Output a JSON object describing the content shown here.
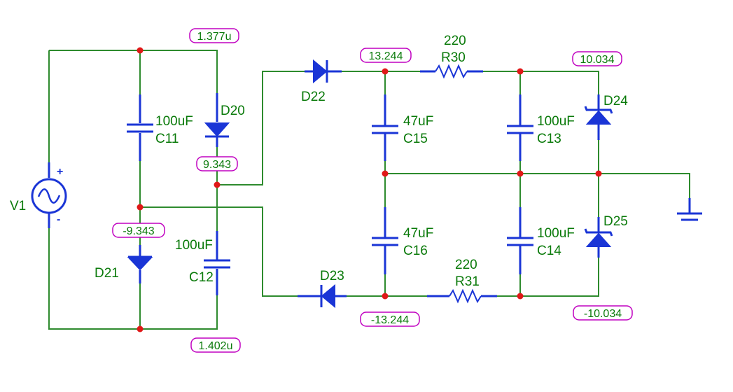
{
  "components": {
    "V1": {
      "name": "V1",
      "plus": "+",
      "minus": "-"
    },
    "C11": {
      "name": "C11",
      "value": "100uF"
    },
    "C12": {
      "name": "C12",
      "value": "100uF"
    },
    "C13": {
      "name": "C13",
      "value": "100uF"
    },
    "C14": {
      "name": "C14",
      "value": "100uF"
    },
    "C15": {
      "name": "C15",
      "value": "47uF"
    },
    "C16": {
      "name": "C16",
      "value": "47uF"
    },
    "R30": {
      "name": "R30",
      "value": "220"
    },
    "R31": {
      "name": "R31",
      "value": "220"
    },
    "D20": {
      "name": "D20"
    },
    "D21": {
      "name": "D21"
    },
    "D22": {
      "name": "D22"
    },
    "D23": {
      "name": "D23"
    },
    "D24": {
      "name": "D24"
    },
    "D25": {
      "name": "D25"
    }
  },
  "voltage_probes": {
    "top_left": "1.377u",
    "bottom_left": "1.402u",
    "mid_d20": "9.343",
    "mid_d21": "-9.343",
    "pos_rail": "13.244",
    "neg_rail": "-13.244",
    "pos_out": "10.034",
    "neg_out": "-10.034"
  },
  "colors": {
    "wire": "#2e8b2e",
    "component": "#1a35d6",
    "node_dot": "#e01818",
    "probe_border": "#c000c0",
    "label": "#0a7a0a"
  }
}
